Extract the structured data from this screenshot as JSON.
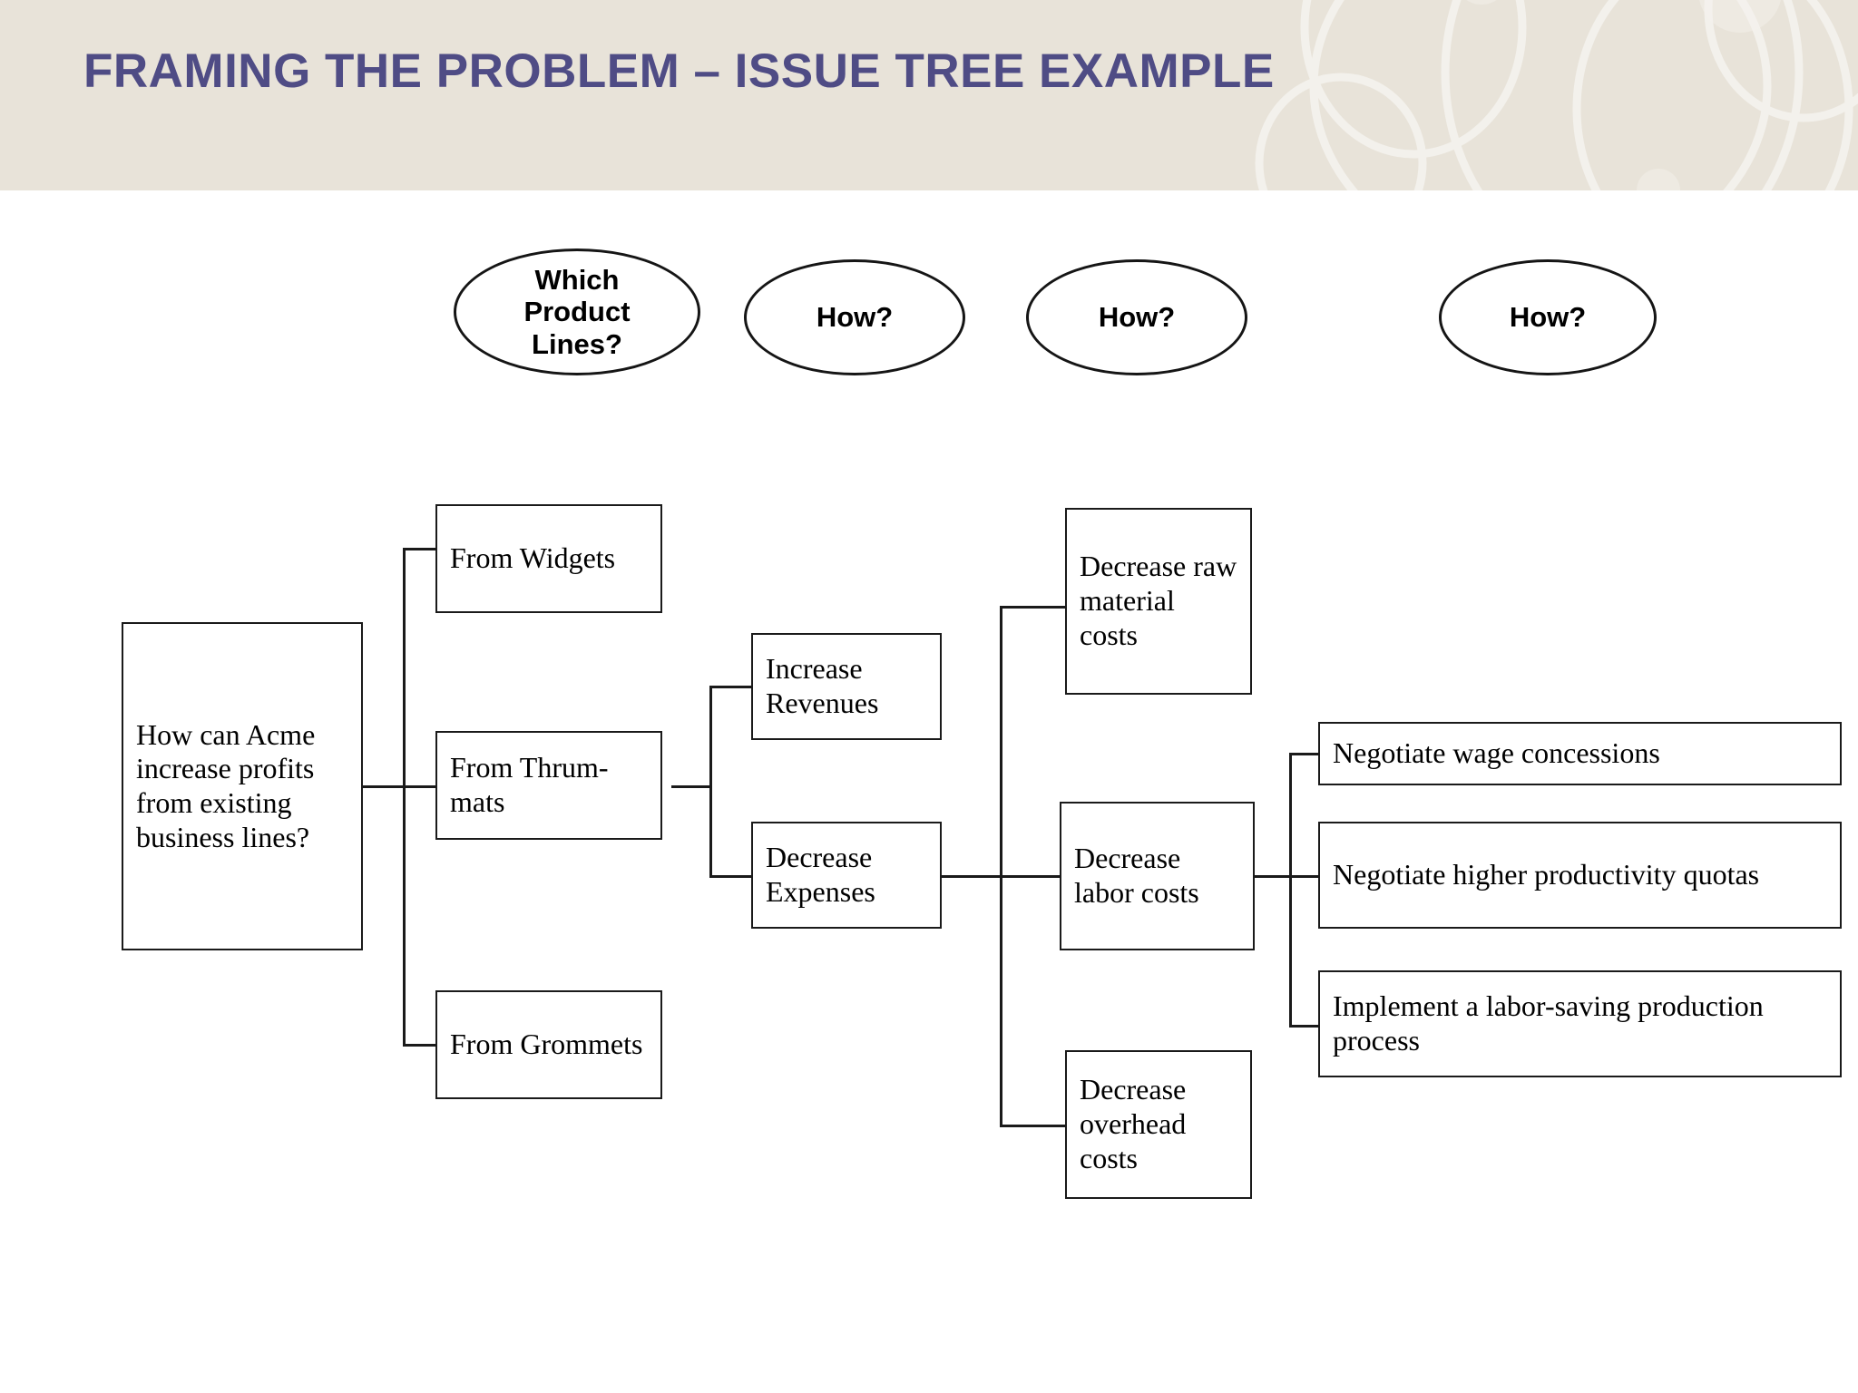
{
  "slide": {
    "title": "FRAMING THE PROBLEM – ISSUE TREE EXAMPLE",
    "title_color": "#4f4c85",
    "band_color": "#e8e3d9",
    "background": "#ffffff",
    "line_color": "#1a1a1a"
  },
  "column_headers": [
    {
      "id": "which-product-lines",
      "label": "Which\nProduct\nLines?"
    },
    {
      "id": "how-1",
      "label": "How?"
    },
    {
      "id": "how-2",
      "label": "How?"
    },
    {
      "id": "how-3",
      "label": "How?"
    }
  ],
  "tree": {
    "root": {
      "id": "root-question",
      "label": "How can Acme increase profits from existing business lines?"
    },
    "level1": [
      {
        "id": "from-widgets",
        "label": "From Widgets"
      },
      {
        "id": "from-thrum-mats",
        "label": "From Thrum-mats"
      },
      {
        "id": "from-grommets",
        "label": "From Grommets"
      }
    ],
    "level2": [
      {
        "id": "increase-revenues",
        "label": "Increase Revenues"
      },
      {
        "id": "decrease-expenses",
        "label": "Decrease Expenses"
      }
    ],
    "level3": [
      {
        "id": "decrease-raw-material-costs",
        "label": "Decrease raw material costs"
      },
      {
        "id": "decrease-labor-costs",
        "label": "Decrease labor costs"
      },
      {
        "id": "decrease-overhead-costs",
        "label": "Decrease overhead costs"
      }
    ],
    "level4": [
      {
        "id": "negotiate-wage-concessions",
        "label": "Negotiate wage concessions"
      },
      {
        "id": "negotiate-higher-productivity-quotas",
        "label": "Negotiate higher productivity quotas"
      },
      {
        "id": "implement-labor-saving-production-process",
        "label": "Implement a labor-saving production process"
      }
    ]
  }
}
